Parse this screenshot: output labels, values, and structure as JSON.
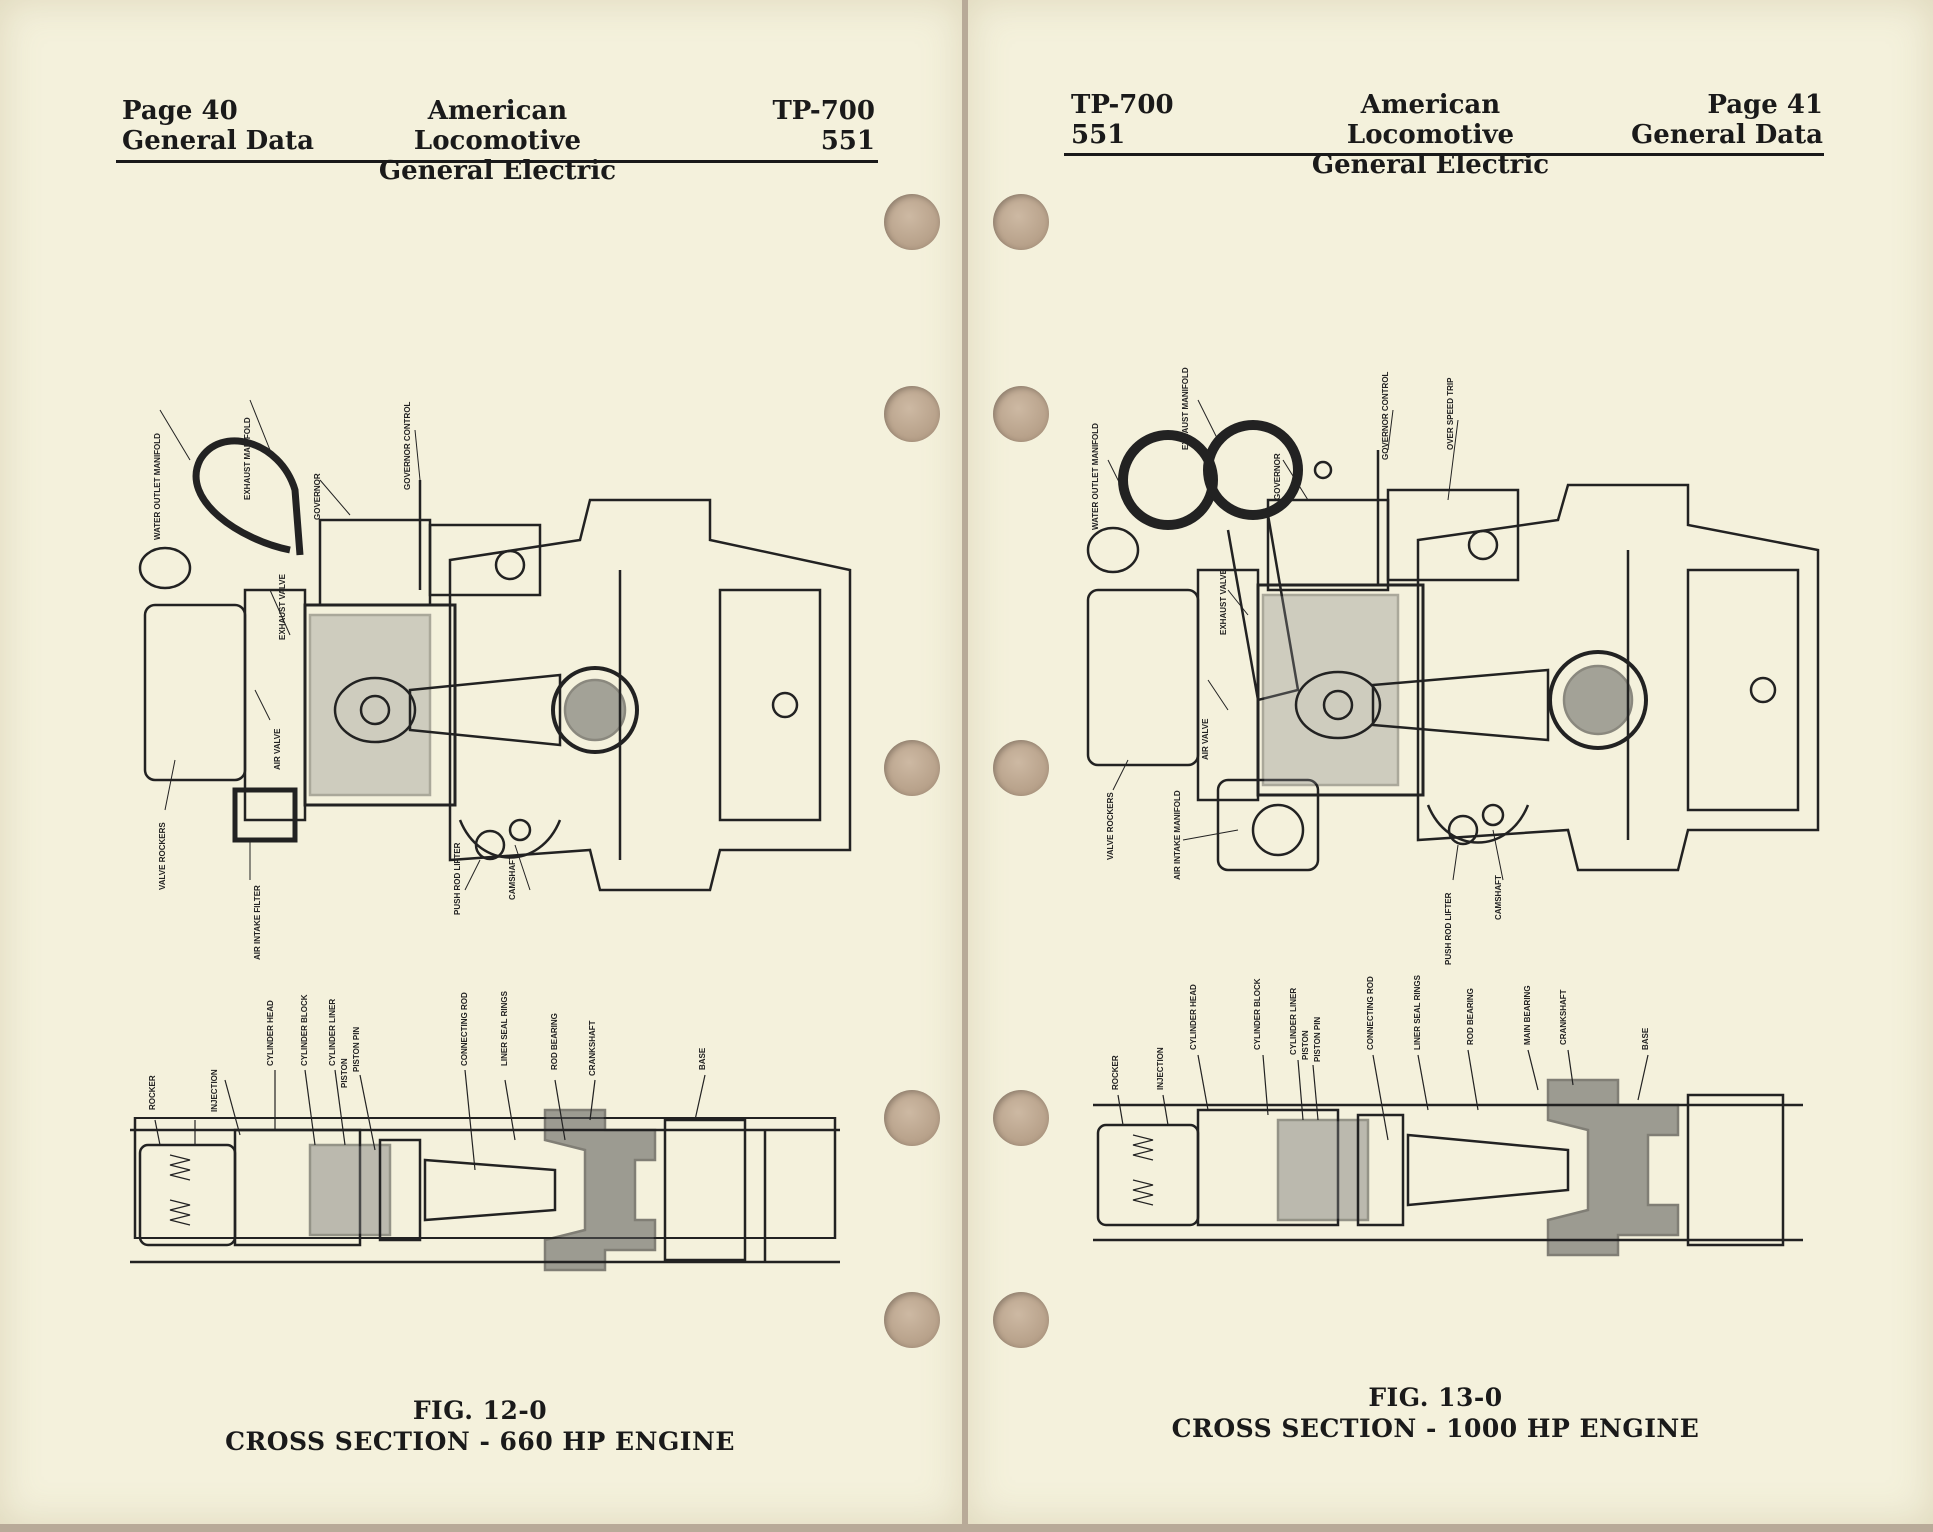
{
  "left_page": {
    "header": {
      "page": "Page 40",
      "section": "General Data",
      "company_line1": "American Locomotive",
      "company_line2": "General Electric",
      "doc_code": "TP-700",
      "doc_number": "551"
    },
    "figure": {
      "number": "FIG. 12-0",
      "title": "CROSS SECTION - 660 HP ENGINE"
    },
    "upper_labels": [
      "WATER OUTLET MANIFOLD",
      "EXHAUST MANIFOLD",
      "GOVERNOR",
      "GOVERNOR CONTROL",
      "EXHAUST VALVE",
      "AIR VALVE",
      "VALVE ROCKERS",
      "AIR INTAKE FILTER",
      "PUSH ROD LIFTER",
      "CAMSHAFT"
    ],
    "lower_labels": [
      "ROCKER",
      "INJECTION",
      "CYLINDER HEAD",
      "CYLINDER BLOCK",
      "CYLINDER LINER",
      "PISTON",
      "PISTON PIN",
      "CONNECTING ROD",
      "LINER SEAL RINGS",
      "ROD BEARING",
      "CRANKSHAFT",
      "BASE"
    ]
  },
  "right_page": {
    "header": {
      "doc_code": "TP-700",
      "doc_number": "551",
      "company_line1": "American Locomotive",
      "company_line2": "General Electric",
      "page": "Page 41",
      "section": "General Data"
    },
    "figure": {
      "number": "FIG. 13-0",
      "title": "CROSS SECTION - 1000 HP ENGINE"
    },
    "upper_labels": [
      "WATER OUTLET MANIFOLD",
      "EXHAUST MANIFOLD",
      "GOVERNOR",
      "GOVERNOR CONTROL",
      "OVER SPEED TRIP",
      "EXHAUST VALVE",
      "AIR VALVE",
      "VALVE ROCKERS",
      "AIR INTAKE MANIFOLD",
      "PUSH ROD LIFTER",
      "CAMSHAFT"
    ],
    "lower_labels": [
      "ROCKER",
      "INJECTION",
      "CYLINDER HEAD",
      "CYLINDER BLOCK",
      "CYLINDER LINER",
      "PISTON",
      "PISTON PIN",
      "CONNECTING ROD",
      "LINER SEAL RINGS",
      "ROD BEARING",
      "MAIN BEARING",
      "CRANKSHAFT",
      "BASE"
    ]
  }
}
